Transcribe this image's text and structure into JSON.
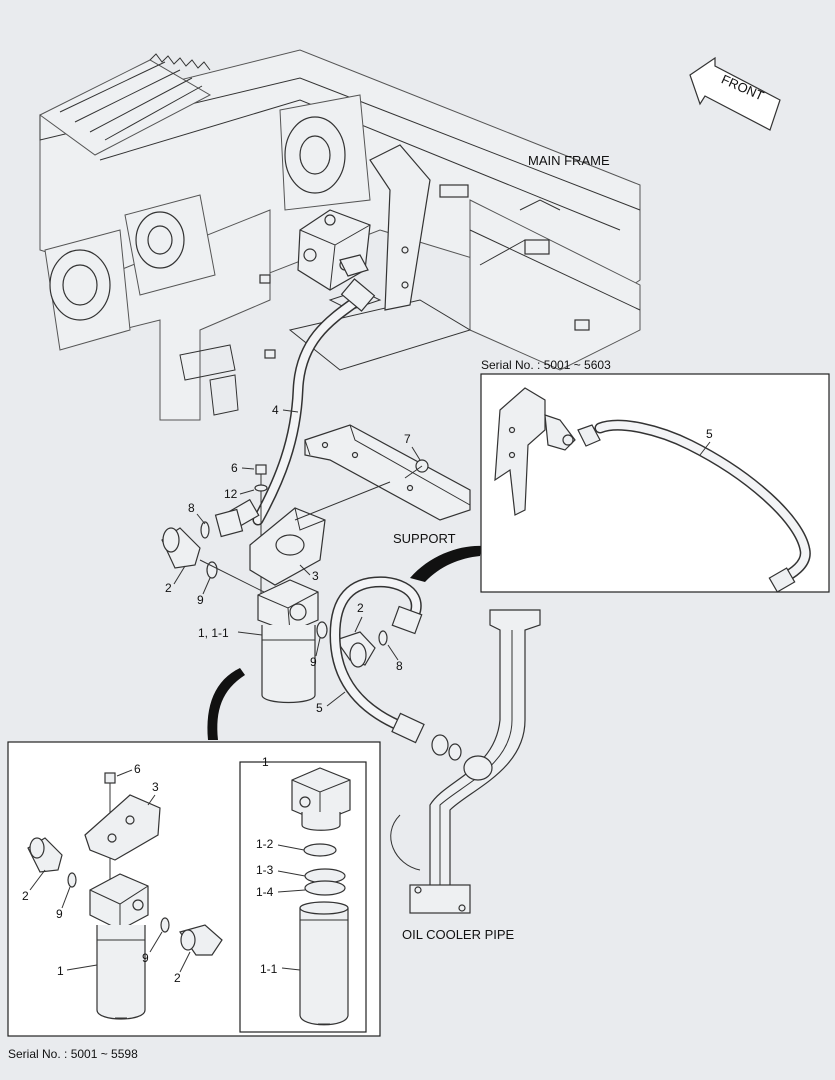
{
  "labels": {
    "front": "FRONT",
    "main_frame": "MAIN FRAME",
    "support": "SUPPORT",
    "oil_cooler_pipe": "OIL COOLER PIPE",
    "serial_inset_top": "Serial No. : 5001 ~ 5603",
    "serial_inset_bottom": "Serial No. : 5001 ~ 5598"
  },
  "callouts": {
    "c1": "1, 1-1",
    "c2a": "2",
    "c2b": "2",
    "c3": "3",
    "c4": "4",
    "c5a": "5",
    "c5b": "5",
    "c6": "6",
    "c7": "7",
    "c8a": "8",
    "c8b": "8",
    "c9a": "9",
    "c9b": "9",
    "c12": "12",
    "inset_b_1": "1",
    "inset_b_2a": "2",
    "inset_b_2b": "2",
    "inset_b_3": "3",
    "inset_b_6": "6",
    "inset_b_9a": "9",
    "inset_b_9b": "9",
    "detail_1": "1",
    "detail_1_1": "1-1",
    "detail_1_2": "1-2",
    "detail_1_3": "1-3",
    "detail_1_4": "1-4"
  }
}
